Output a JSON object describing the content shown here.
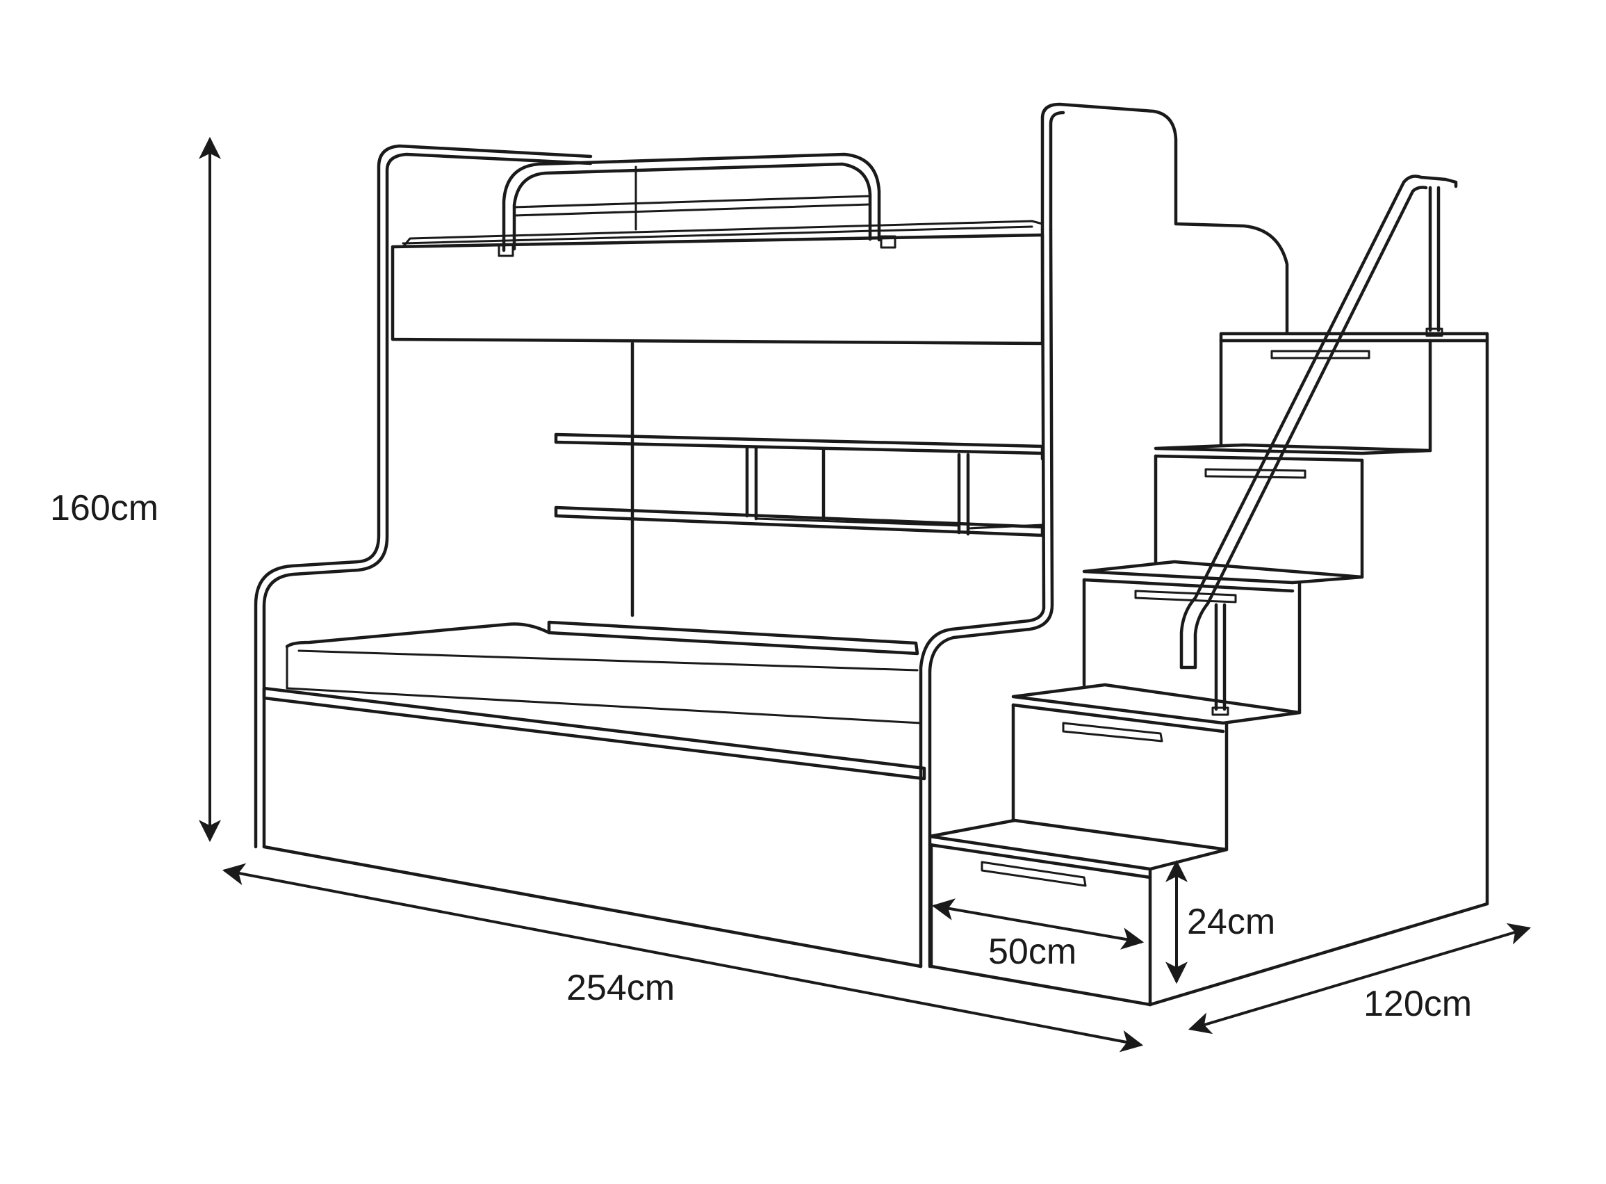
{
  "dimensions": {
    "height": "160cm",
    "length": "254cm",
    "depth": "120cm",
    "step_height": "24cm",
    "step_width": "50cm"
  },
  "colors": {
    "line": "#1a1a1a",
    "background": "#ffffff"
  }
}
